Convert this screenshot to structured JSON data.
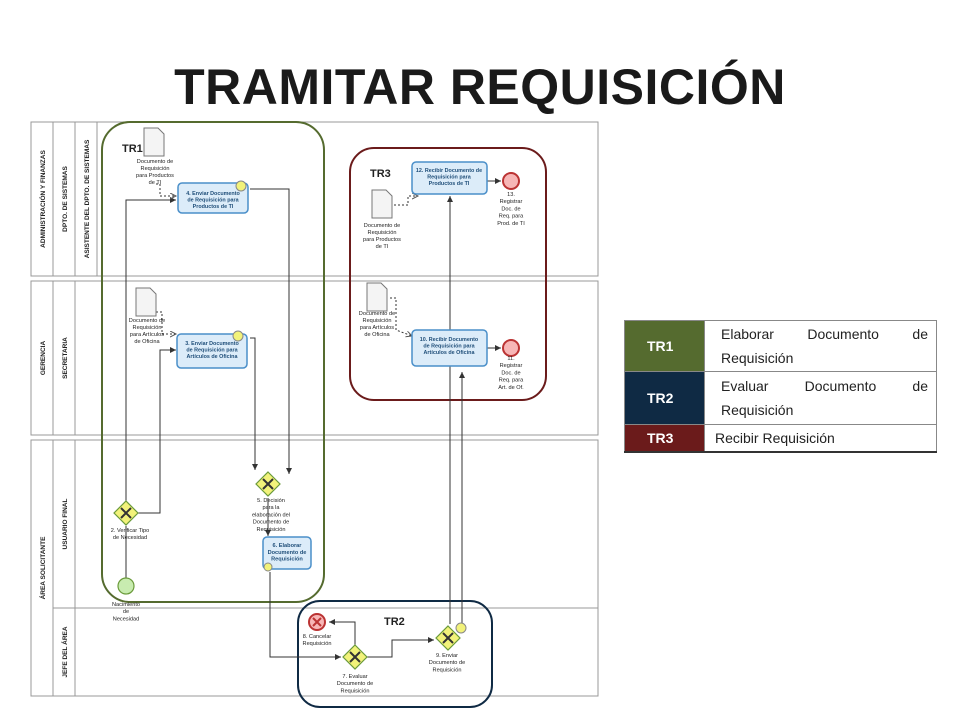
{
  "title": "TRAMITAR REQUISICIÓN",
  "colors": {
    "tr1": "#556b2f",
    "tr2": "#0f2a44",
    "tr3": "#6b1b1b",
    "task_fill": "#dcecf9",
    "task_stroke": "#4a8fc9",
    "gateway_fill": "#f2f27a",
    "start_fill": "#c8ecb0",
    "end_fill": "#f7b6b6"
  },
  "pools": [
    {
      "name": "ADMINISTRACIÓN Y FINANZAS",
      "lanes": [
        "DPTO. DE SISTEMAS"
      ],
      "sublanes": [
        "ASISTENTE DEL DPTO. DE SISTEMAS"
      ]
    },
    {
      "name": "GERENCIA",
      "lanes": [
        "SECRETARIA"
      ]
    },
    {
      "name": "ÁREA SOLICITANTE",
      "lanes": [
        "USUARIO FINAL",
        "JEFE DEL ÁREA"
      ]
    }
  ],
  "groups": {
    "tr1": "TR1",
    "tr2": "TR2",
    "tr3": "TR3"
  },
  "elements": {
    "start": [
      "Nacimiento",
      "de",
      "Necesidad"
    ],
    "gw2": [
      "2. Verificar Tipo",
      "de Necesidad"
    ],
    "task4": [
      "4. Enviar Documento",
      "de Requisición para",
      "Productos de TI"
    ],
    "doc_ti_1": [
      "Documento de",
      "Requisición",
      "para Productos",
      "de TI"
    ],
    "task3": [
      "3. Enviar Documento",
      "de Requisición para",
      "Artículos de Oficina"
    ],
    "doc_of_1": [
      "Documento de",
      "Requisición",
      "para Artículos",
      "de Oficina"
    ],
    "gw5": [
      "5. Decisión",
      "para la",
      "elaboración del",
      "Documento de",
      "Requisición"
    ],
    "task6": [
      "6. Elaborar",
      "Documento de",
      "Requisición"
    ],
    "end8": [
      "8. Cancelar",
      "Requisición"
    ],
    "gw7": [
      "7. Evaluar",
      "Documento de",
      "Requisición"
    ],
    "gw9": [
      "9. Enviar",
      "Documento de",
      "Requisición"
    ],
    "task12": [
      "12. Recibir Documento de",
      "Requisición para",
      "Productos de TI"
    ],
    "end13": [
      "13.",
      "Registrar",
      "Doc. de",
      "Req. para",
      "Prod. de TI"
    ],
    "doc_ti_2": [
      "Documento de",
      "Requisición",
      "para Productos",
      "de TI"
    ],
    "task10": [
      "10. Recibir Documento",
      "de Requisición para",
      "Artículos de Oficina"
    ],
    "end11": [
      "11.",
      "Registrar",
      "Doc. de",
      "Req. para",
      "Art. de Of."
    ],
    "doc_of_2": [
      "Documento de",
      "Requisición",
      "para Artículos",
      "de Oficina"
    ]
  },
  "legend": [
    {
      "code": "TR1",
      "desc": "Elaborar Documento de Requisición",
      "color": "#556b2f"
    },
    {
      "code": "TR2",
      "desc": "Evaluar Documento de Requisición",
      "color": "#0f2a44"
    },
    {
      "code": "TR3",
      "desc": "Recibir Requisición",
      "color": "#6b1b1b"
    }
  ]
}
